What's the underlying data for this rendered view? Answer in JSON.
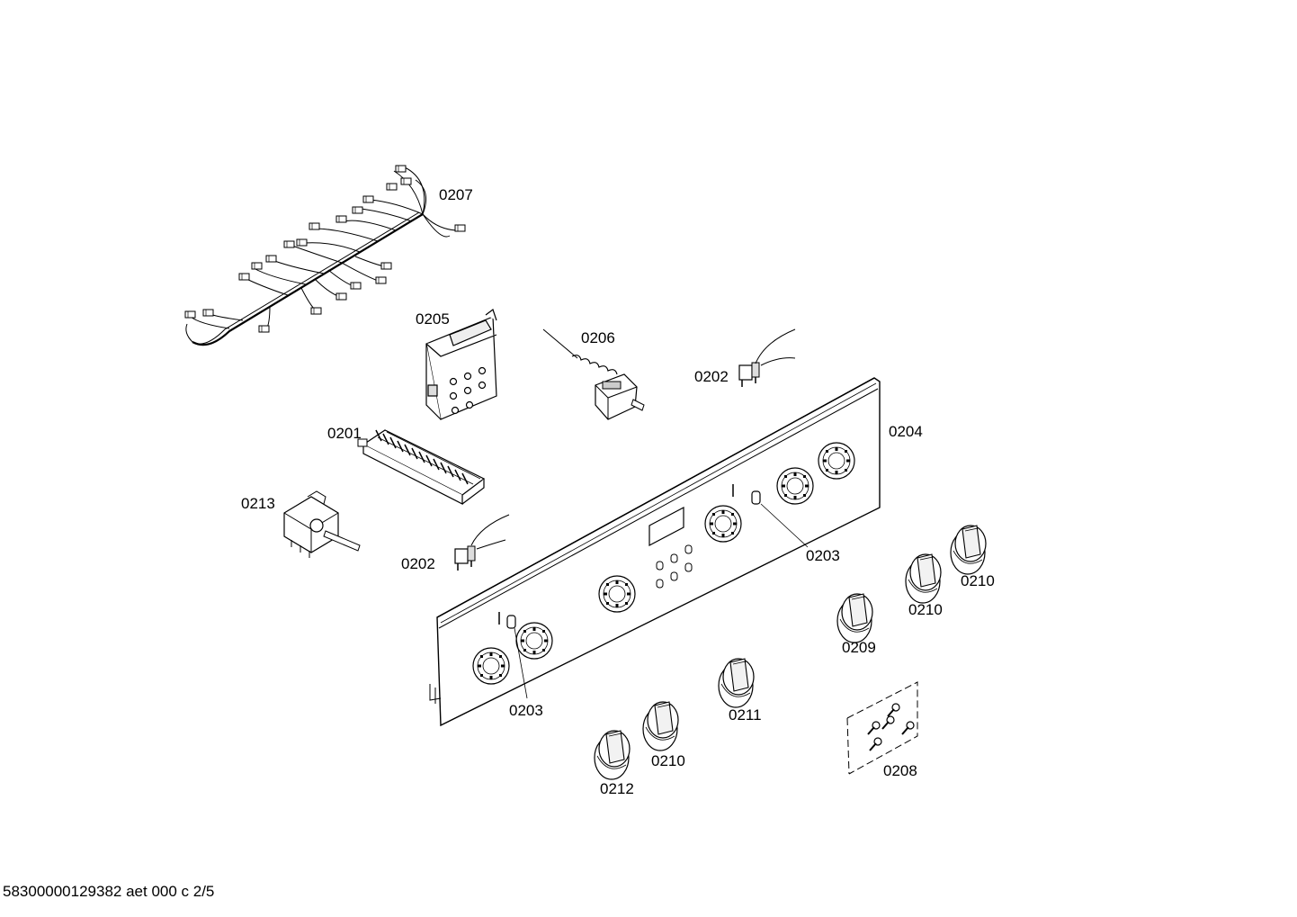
{
  "document_id": "58300000129382 aet 000 c 2/5",
  "parts": {
    "wiring_harness": "0207",
    "module_unit": "0205",
    "thermostat": "0206",
    "switch_upper": "0202",
    "control_panel": "0204",
    "terminal_block": "0201",
    "rotary_switch": "0213",
    "switch_lower": "0202",
    "indicator_right": "0203",
    "indicator_left": "0203",
    "knob_far_right": "0210",
    "knob_right": "0210",
    "knob_mid_right": "0209",
    "knob_center": "0211",
    "knob_lower_mid": "0210",
    "knob_lower_left": "0212",
    "screw_set": "0208"
  }
}
